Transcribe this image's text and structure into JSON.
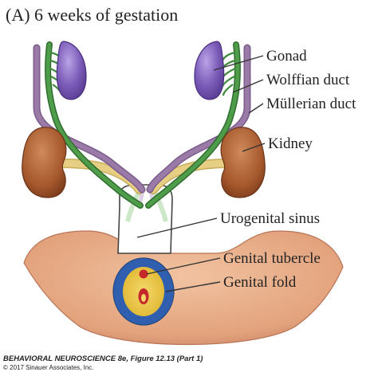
{
  "panel": {
    "title": "(A)  6 weeks of gestation"
  },
  "labels": {
    "gonad": "Gonad",
    "wolffian_duct": "Wolffian duct",
    "mullerian_duct": "Müllerian duct",
    "kidney": "Kidney",
    "urogenital_sinus": "Urogenital sinus",
    "genital_tubercle": "Genital tubercle",
    "genital_fold": "Genital fold"
  },
  "caption": {
    "source": "BEHAVIORAL NEUROSCIENCE 8e, Figure 12.13 (Part 1)",
    "copyright": "© 2017 Sinauer Associates, Inc."
  },
  "colors": {
    "gonad": "#7b5bb8",
    "wolffian_duct": "#3f8a3c",
    "mullerian_duct": "#9a7aa6",
    "kidney": "#a5582c",
    "ureter": "#e6cf83",
    "body": "#e2a27c",
    "genital_fold_outer": "#2f5fae",
    "genital_tubercle": "#e8c23a",
    "opening": "#c4282a"
  }
}
